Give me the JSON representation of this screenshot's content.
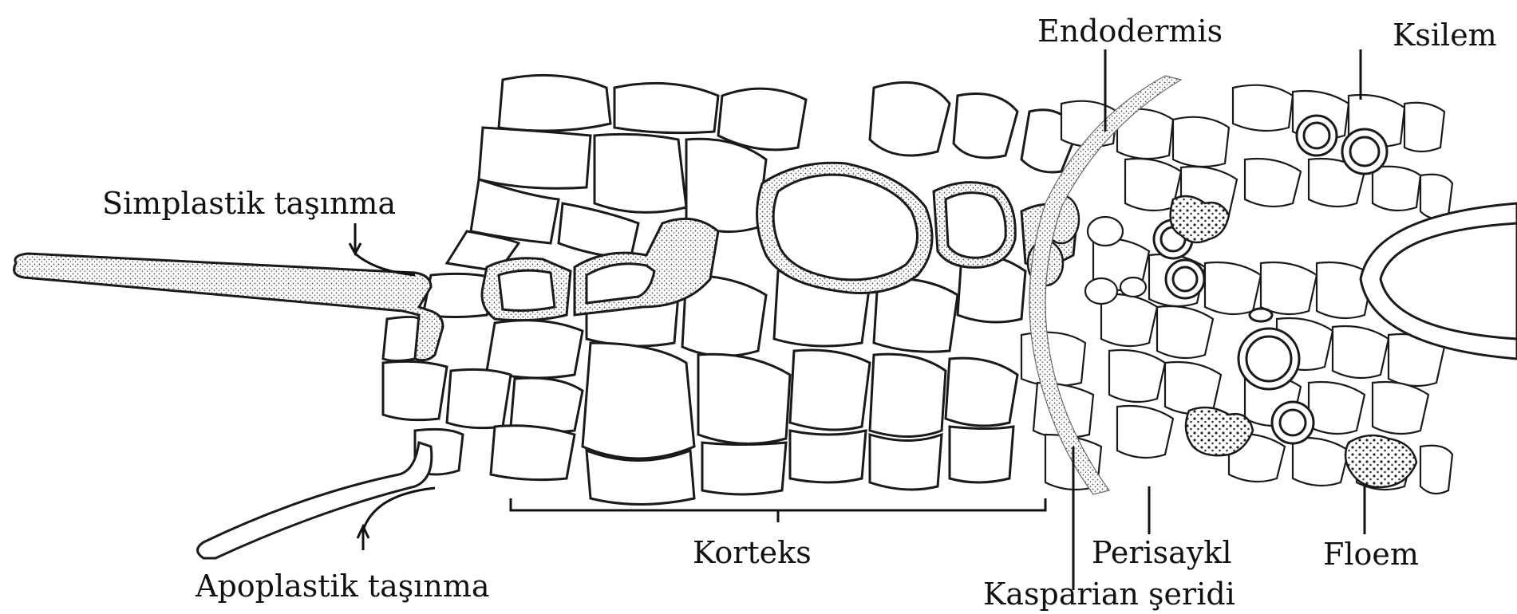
{
  "labels": {
    "endodermis": "Endodermis",
    "ksilem": "Ksilem",
    "simplastik": "Simplastik taşınma",
    "apoplastik": "Apoplastik taşınma",
    "korteks": "Korteks",
    "perisaykl": "Perisaykl",
    "floem": "Floem",
    "kasparian": "Kasparian şeridi"
  }
}
